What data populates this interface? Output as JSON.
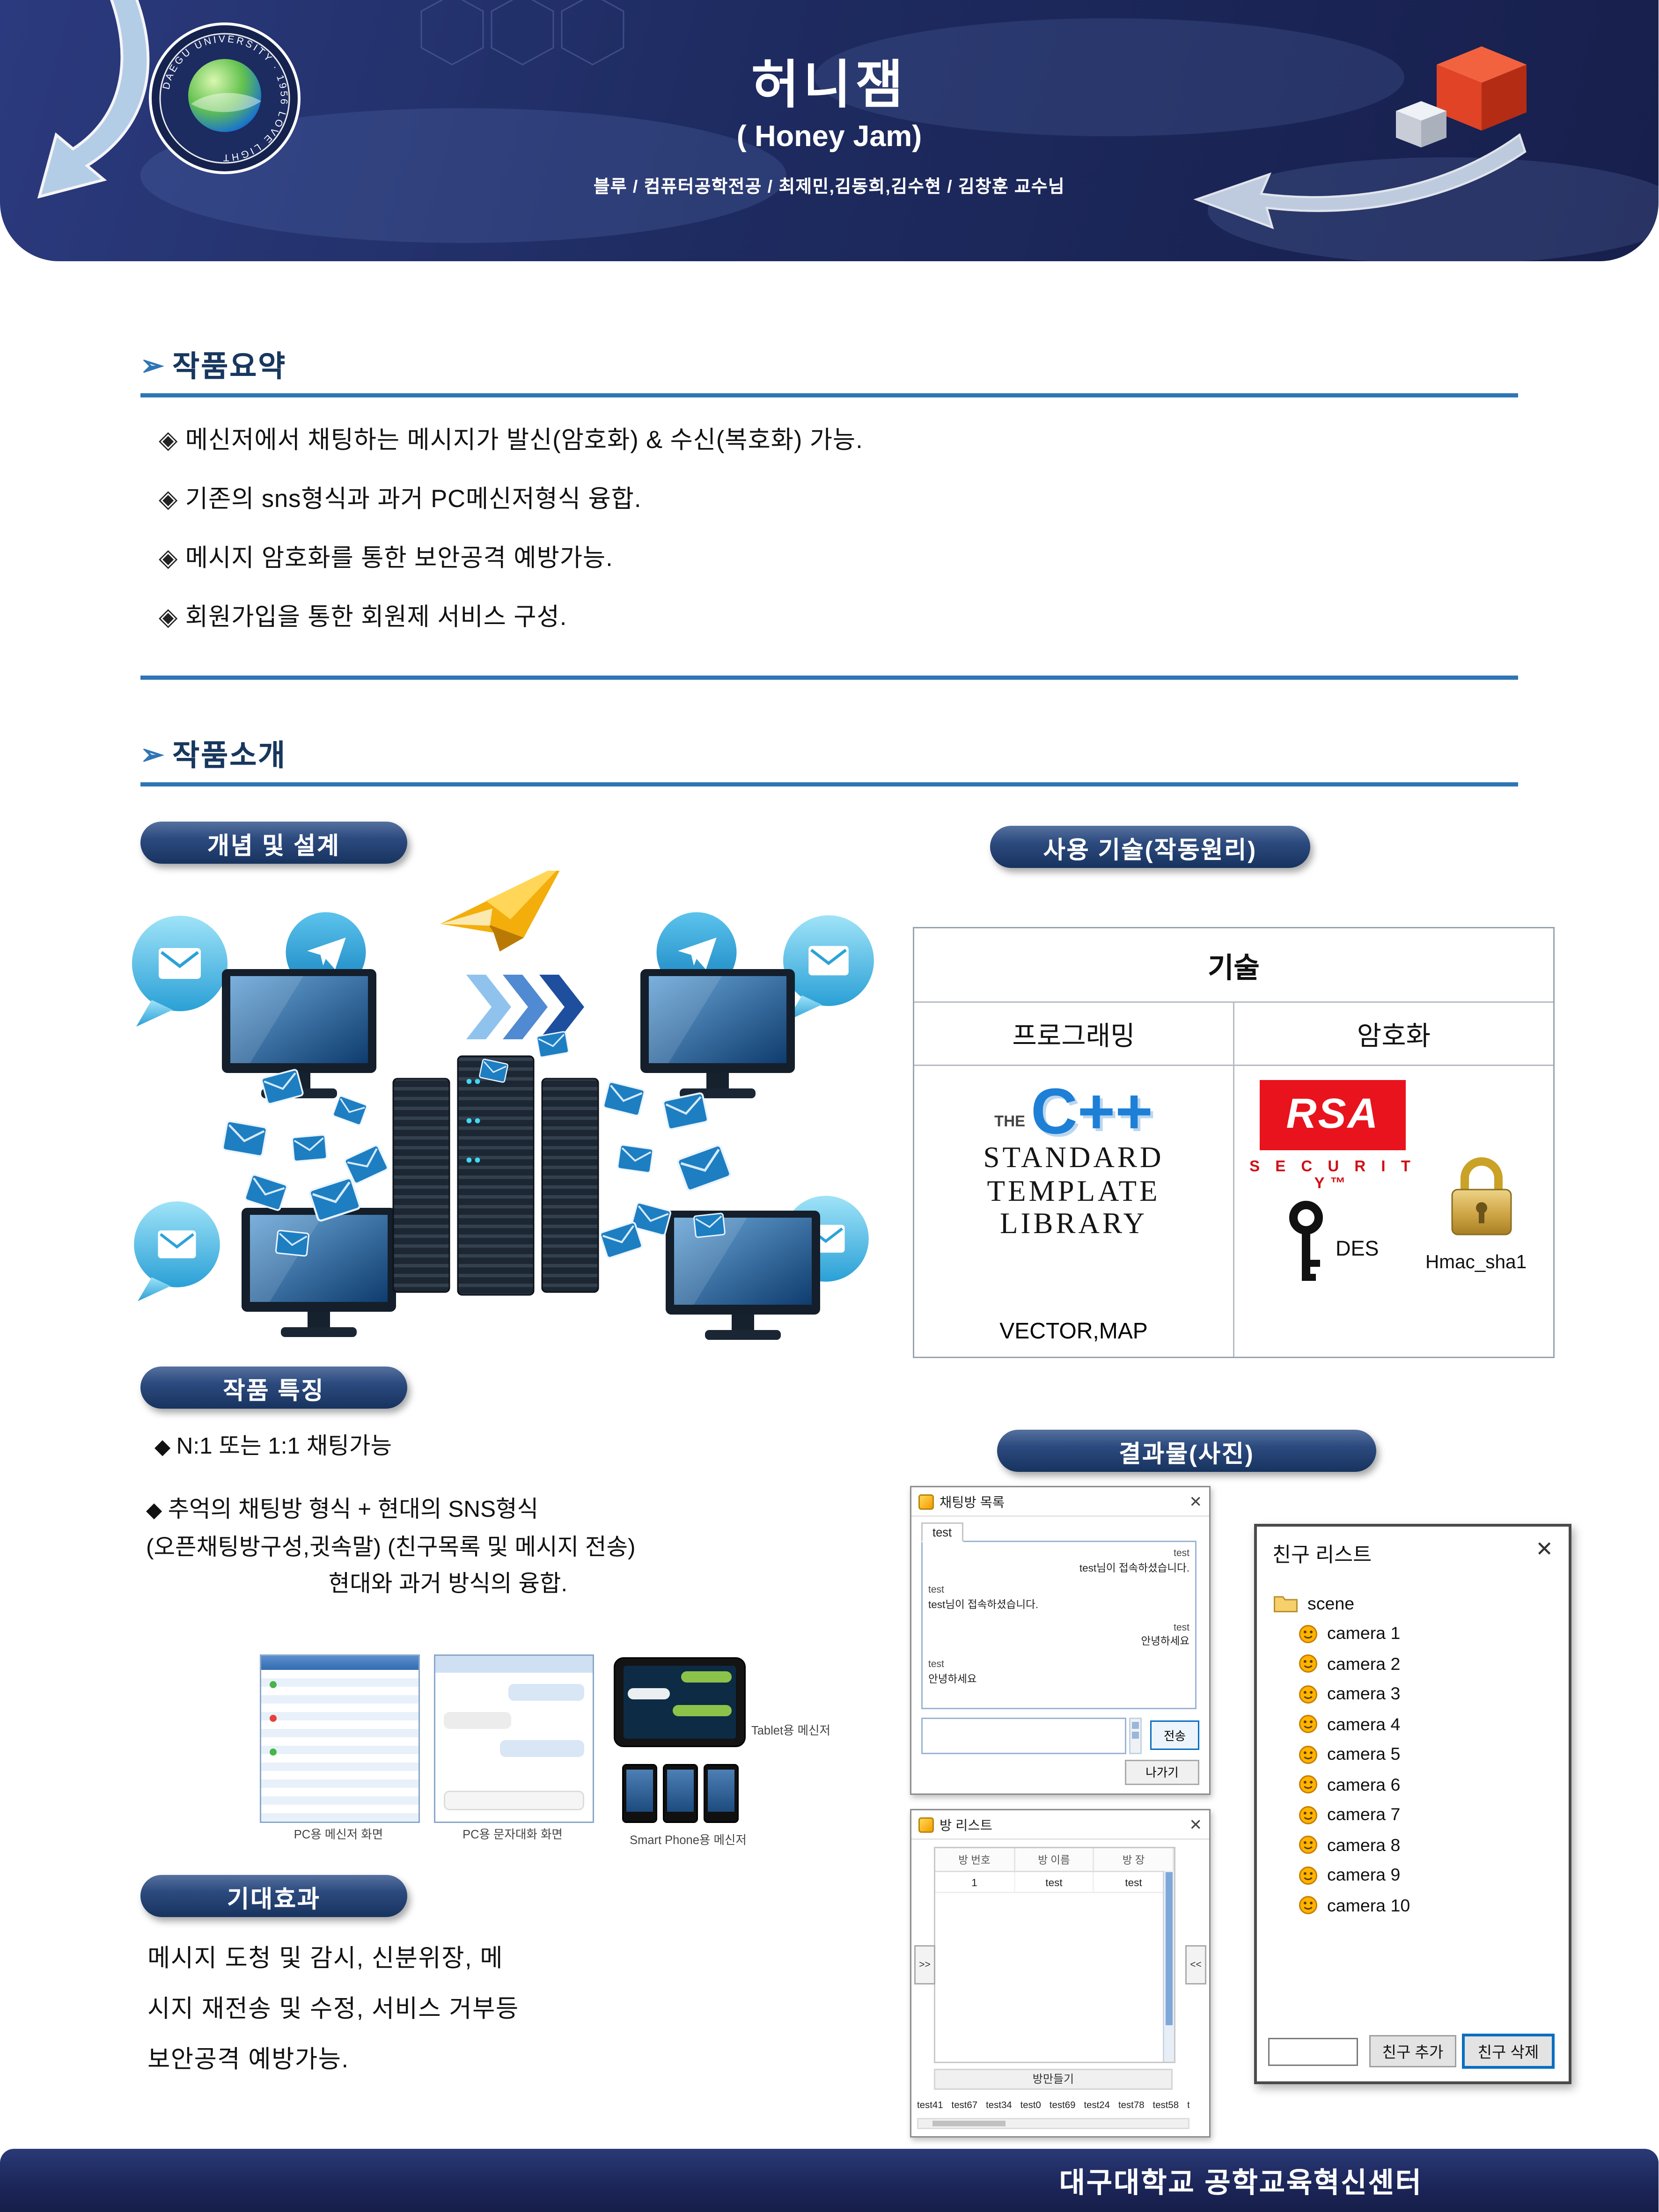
{
  "header": {
    "title": "허니잼",
    "subtitle": "( Honey Jam)",
    "authors": "블루 / 컴퓨터공학전공 / 최제민,김동희,김수현 / 김창훈 교수님",
    "logo_ring_text": "DAEGU UNIVERSITY · 1956 LOVE LIGHT"
  },
  "summary": {
    "heading": "작품요약",
    "items": [
      "메신저에서 채팅하는 메시지가 발신(암호화) & 수신(복호화) 가능.",
      "기존의 sns형식과 과거 PC메신저형식 융합.",
      "메시지 암호화를 통한 보안공격 예방가능.",
      "회원가입을 통한 회원제 서비스 구성."
    ]
  },
  "intro": {
    "heading": "작품소개"
  },
  "badges": {
    "concept": "개념 및 설계",
    "tech": "사용 기술(작동원리)",
    "features": "작품 특징",
    "results": "결과물(사진)",
    "effects": "기대효과"
  },
  "tech_table": {
    "header": "기술",
    "col_programming": "프로그래밍",
    "col_encryption": "암호화",
    "stl": {
      "the": "THE",
      "cpp": "C++",
      "line1": "STANDARD",
      "line2": "TEMPLATE",
      "line3": "LIBRARY",
      "caption": "VECTOR,MAP"
    },
    "rsa": {
      "name": "RSA",
      "security": "S E C U R I T Y™"
    },
    "des_label": "DES",
    "hmac_label": "Hmac_sha1"
  },
  "features": {
    "item1": "N:1 또는 1:1 채팅가능",
    "item2_line1": "추억의 채팅방 형식  +  현대의 SNS형식",
    "item2_line2": "(오픈채팅방구성,귓속말) (친구목록 및 메시지 전송)",
    "item2_line3": "현대와 과거 방식의 융합.",
    "caption_pc_messenger": "PC용 메신저 화면",
    "caption_pc_chat": "PC용 문자대화 화면",
    "caption_tablet": "Tablet용 메신저",
    "caption_phone": "Smart Phone용 메신저"
  },
  "effects": {
    "line1": "메시지 도청 및 감시, 신분위장, 메",
    "line2": "시지 재전송 및 수정, 서비스 거부등",
    "line3": "보안공격 예방가능."
  },
  "chat_window": {
    "title": "채팅방 목록",
    "tab": "test",
    "messages": [
      {
        "name": "test",
        "text": "test님이 접속하셨습니다."
      },
      {
        "name": "test",
        "text": "test님이 접속하셨습니다."
      },
      {
        "name": "test",
        "text": "안녕하세요"
      },
      {
        "name": "test",
        "text": "안녕하세요"
      }
    ],
    "send_button": "전송",
    "leave_button": "나가기"
  },
  "room_window": {
    "title": "방 리스트",
    "col_no": "방 번호",
    "col_name": "방 이름",
    "col_owner": "방 장",
    "row_no": "1",
    "row_name": "test",
    "row_owner": "test",
    "left_paddle": ">>",
    "right_paddle": "<<",
    "make_button": "방만들기",
    "bottom_items": [
      "test41",
      "test67",
      "test34",
      "test0",
      "test69",
      "test24",
      "test78",
      "test58",
      "test"
    ]
  },
  "friend_window": {
    "title": "친구 리스트",
    "folder": "scene",
    "items": [
      "camera 1",
      "camera 2",
      "camera 3",
      "camera 4",
      "camera 5",
      "camera 6",
      "camera 7",
      "camera 8",
      "camera 9",
      "camera 10"
    ],
    "add_button": "친구 추가",
    "delete_button": "친구 삭제"
  },
  "footer": {
    "text": "대구대학교 공학교육혁신센터"
  }
}
